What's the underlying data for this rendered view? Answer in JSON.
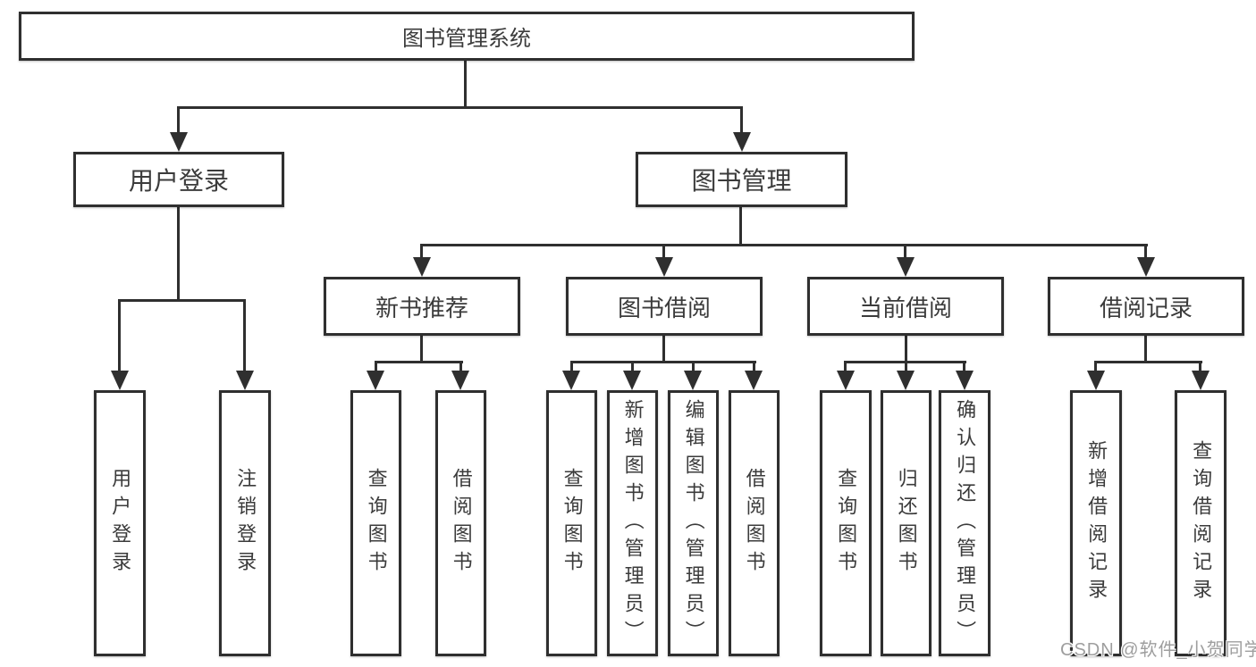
{
  "root": {
    "label": "图书管理系统"
  },
  "branches": [
    {
      "label": "用户登录",
      "children": [
        {
          "label": "用户登录"
        },
        {
          "label": "注销登录"
        }
      ]
    },
    {
      "label": "图书管理",
      "children": [
        {
          "label": "新书推荐",
          "children": [
            {
              "label": "查询图书"
            },
            {
              "label": "借阅图书"
            }
          ]
        },
        {
          "label": "图书借阅",
          "children": [
            {
              "label": "查询图书"
            },
            {
              "label": "新增图书（管理员）"
            },
            {
              "label": "编辑图书（管理员）"
            },
            {
              "label": "借阅图书"
            }
          ]
        },
        {
          "label": "当前借阅",
          "children": [
            {
              "label": "查询图书"
            },
            {
              "label": "归还图书"
            },
            {
              "label": "确认归还（管理员）"
            }
          ]
        },
        {
          "label": "借阅记录",
          "children": [
            {
              "label": "新增借阅记录"
            },
            {
              "label": "查询借阅记录"
            }
          ]
        }
      ]
    }
  ],
  "watermark": "CSDN @软件_小贺同学",
  "colors": {
    "line": "#2f2f2f",
    "text": "#3b3b3b",
    "watermark": "#9e9e9e",
    "background": "#ffffff"
  }
}
